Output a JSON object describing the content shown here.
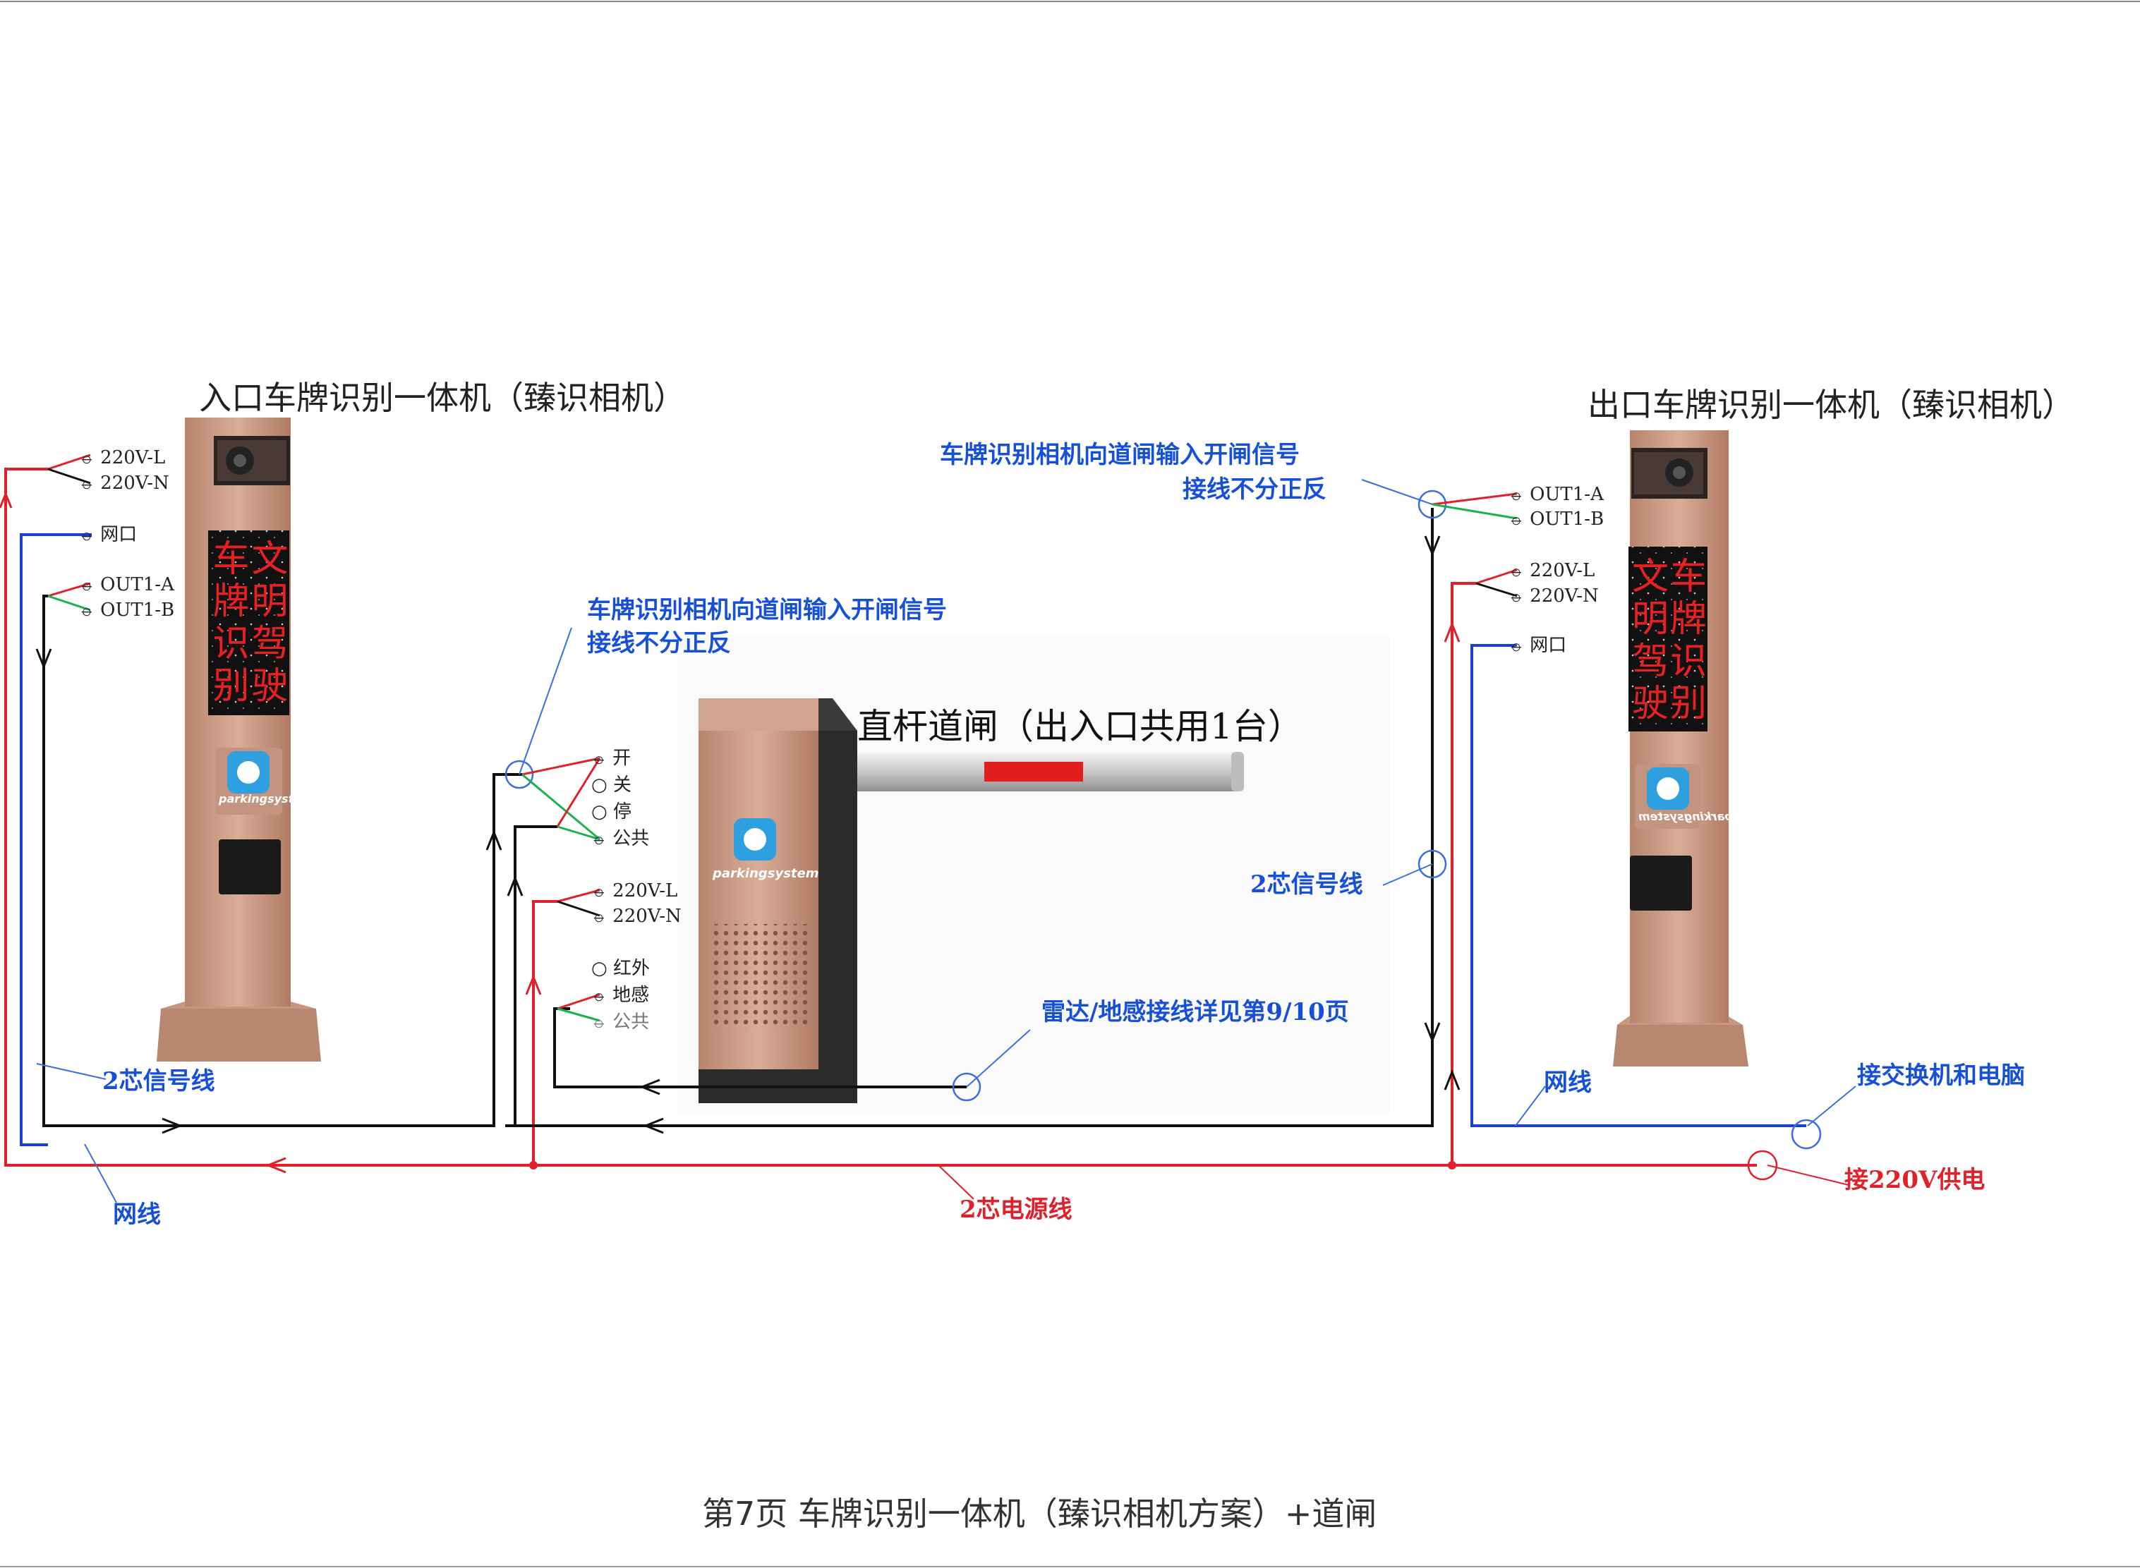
{
  "topline": "",
  "entry_title": "入口车牌识别一体机（臻识相机）",
  "exit_title": "出口车牌识别一体机（臻识相机）",
  "gate_title": "直杆道闸（出入口共用1台）",
  "footer": "第7页  车牌识别一体机（臻识相机方案）+道闸",
  "entry_terminals": [
    "220V-L",
    "220V-N",
    "网口",
    "OUT1-A",
    "OUT1-B"
  ],
  "exit_terminals": [
    "OUT1-A",
    "OUT1-B",
    "220V-L",
    "220V-N",
    "网口"
  ],
  "gate_terminals": [
    "开",
    "关",
    "停",
    "公共",
    "220V-L",
    "220V-N",
    "红外",
    "地感",
    "公共"
  ],
  "entry_led_text": [
    "车",
    "文",
    "牌",
    "明",
    "识",
    "驾",
    "别",
    "驶"
  ],
  "exit_led_text": [
    "文",
    "车",
    "明",
    "牌",
    "驾",
    "识",
    "驶",
    "别"
  ],
  "brand": "parkingsystem",
  "notes": {
    "signal_left_1": "车牌识别相机向道闸输入开闸信号",
    "signal_left_2": "接线不分正反",
    "signal_right_1": "车牌识别相机向道闸输入开闸信号",
    "signal_right_2": "接线不分正反",
    "two_core_signal_left": "2芯信号线",
    "two_core_signal_right": "2芯信号线",
    "radar": "雷达/地感接线详见第9/10页",
    "net_left": "网线",
    "net_right": "网线",
    "switch_pc": "接交换机和电脑",
    "power_line": "2芯电源线",
    "power_supply": "接220V供电"
  },
  "colors": {
    "power": "#e0202a",
    "network": "#1a3fd6",
    "signal": "#111111",
    "green": "#19b34a",
    "annotation": "#1650d8",
    "cabinet": "#c8977f",
    "led": "#e82020"
  }
}
